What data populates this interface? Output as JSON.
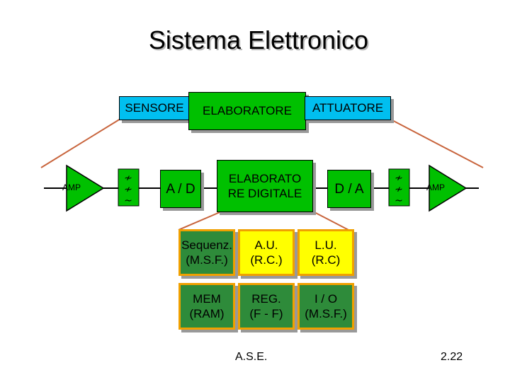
{
  "title": "Sistema Elettronico",
  "top_row": {
    "sensor": "SENSORE",
    "processor": "ELABORATORE",
    "actuator": "ATTUATORE"
  },
  "chain": {
    "amp_left": "AMP",
    "ad": "A / D",
    "digital_processor": "ELABORATO\nRE DIGITALE",
    "da": "D / A",
    "amp_right": "AMP"
  },
  "grid": [
    [
      "Sequenz.\n(M.S.F.)",
      "A.U.\n(R.C.)",
      "L.U.\n(R.C)"
    ],
    [
      "MEM\n(RAM)",
      "REG.\n(F - F)",
      "I / O\n(M.S.F.)"
    ]
  ],
  "footer": {
    "caption": "A.S.E.",
    "page": "2.22"
  },
  "colors": {
    "green": "#00c000",
    "blue": "#00bff0",
    "dark_green": "#2e8b3a",
    "yellow": "#ffff00",
    "orange_border": "#f0a000",
    "connector": "#c8643c"
  }
}
